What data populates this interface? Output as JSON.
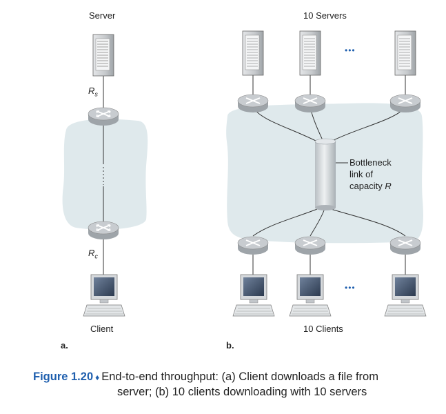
{
  "panel_a": {
    "server_label": "Server",
    "rs_label": "R",
    "rs_sub": "s",
    "rc_label": "R",
    "rc_sub": "c",
    "client_label": "Client",
    "panel_letter": "a."
  },
  "panel_b": {
    "servers_label": "10 Servers",
    "clients_label": "10 Clients",
    "ellipsis_top": "•••",
    "ellipsis_bottom": "•••",
    "bottleneck_line1": "Bottleneck",
    "bottleneck_line2": "link of",
    "bottleneck_line3_prefix": "capacity ",
    "bottleneck_line3_var": "R",
    "panel_letter": "b."
  },
  "caption": {
    "figure_num": "Figure 1.20",
    "diamond": "♦",
    "line1": "End-to-end throughput: (a) Client downloads a file from",
    "line2": "server; (b) 10 clients downloading with 10 servers"
  },
  "colors": {
    "cloud": "#dfe9ec",
    "router": "#b7bcc0",
    "server_body": "#c9cccf",
    "screen": "#3e4f66",
    "caption_blue": "#1f5fae"
  }
}
